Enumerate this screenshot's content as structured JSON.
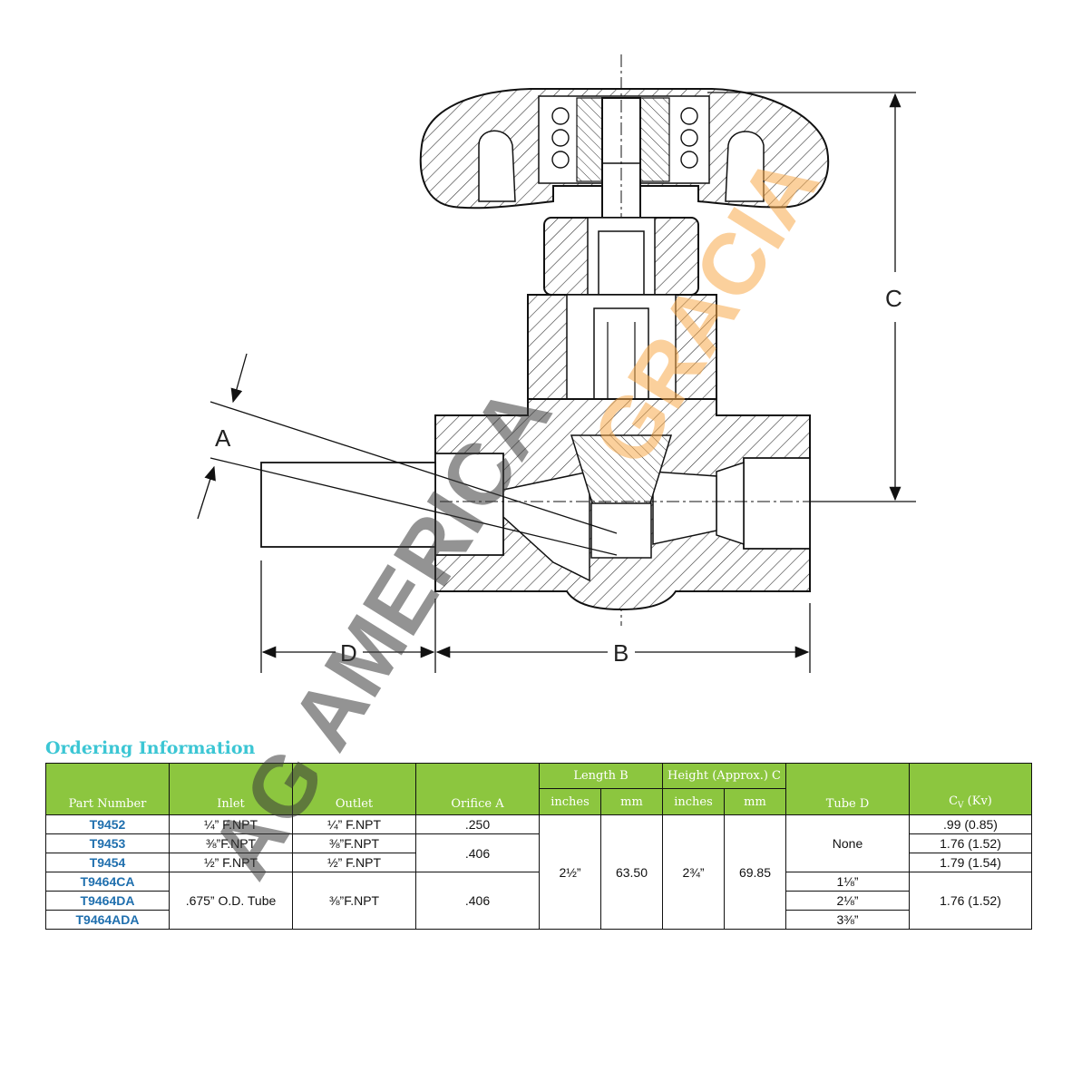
{
  "diagram": {
    "dimension_labels": {
      "a": "A",
      "b": "B",
      "c": "C",
      "d": "D"
    }
  },
  "watermark": {
    "line1": "AG AMERICA",
    "line2": "GRACIA"
  },
  "ordering": {
    "title": "Ordering Information",
    "headers": {
      "part_number": "Part Number",
      "inlet": "Inlet",
      "outlet": "Outlet",
      "orifice": "Orifice A",
      "length": "Length B",
      "height": "Height (Approx.) C",
      "inches": "inches",
      "mm": "mm",
      "tube": "Tube D",
      "cv_main": "C",
      "cv_sub": "V",
      "cv_rest": " (Kv)"
    },
    "rows": [
      {
        "part": "T9452",
        "cv": ".99 (0.85)"
      },
      {
        "part": "T9453",
        "cv": "1.76 (1.52)"
      },
      {
        "part": "T9454",
        "cv": "1.79 (1.54)"
      },
      {
        "part": "T9464CA",
        "tube": "1⅛”"
      },
      {
        "part": "T9464DA",
        "tube": "2⅛”"
      },
      {
        "part": "T9464ADA",
        "tube": "3⅜”"
      }
    ],
    "inlet": {
      "r1": "¼” F.NPT",
      "r2": "⅜”F.NPT",
      "r3": "½” F.NPT",
      "group": ".675” O.D. Tube"
    },
    "outlet": {
      "r1": "¼” F.NPT",
      "r2": "⅜”F.NPT",
      "r3": "½” F.NPT",
      "group": "⅜”F.NPT"
    },
    "orifice": {
      "r1": ".250",
      "r23": ".406",
      "group": ".406"
    },
    "length_b": {
      "inches": "2½”",
      "mm": "63.50"
    },
    "height_c": {
      "inches": "2¾”",
      "mm": "69.85"
    },
    "tube_none": "None",
    "cv_group": "1.76 (1.52)"
  }
}
